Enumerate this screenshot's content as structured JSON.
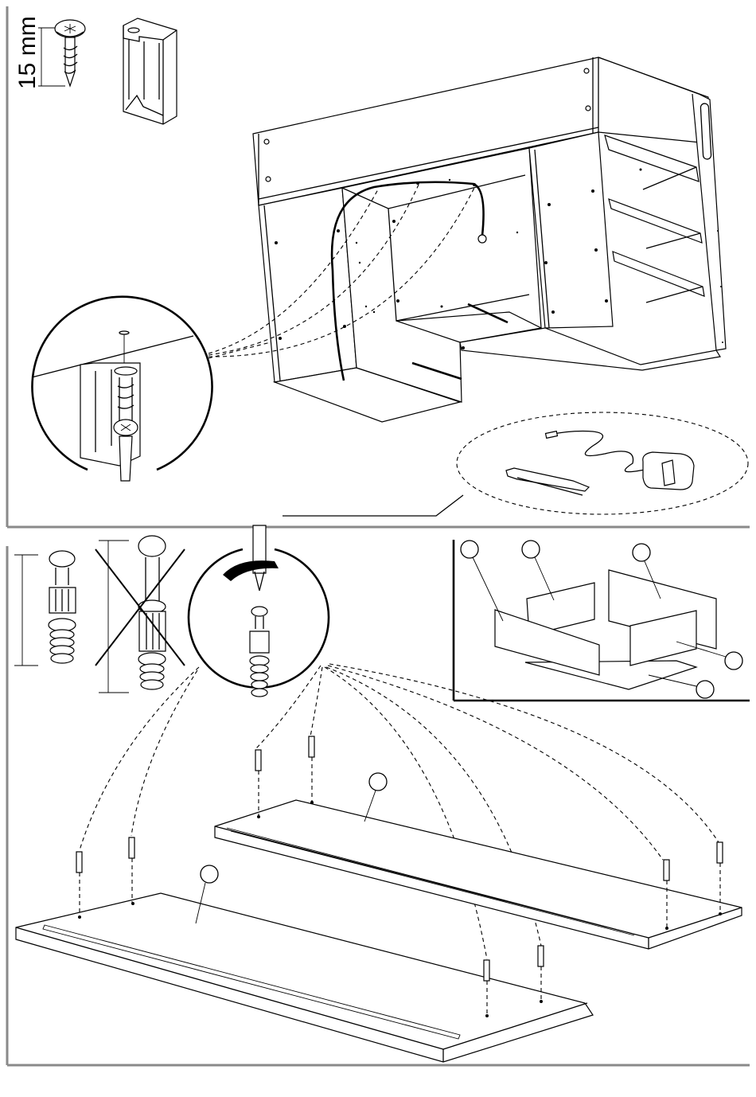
{
  "document": {
    "type": "furniture-assembly-instructions",
    "panels": [
      {
        "id": "top-step",
        "dimension_label": "15 mm",
        "items": [
          "screw",
          "bracket-clip",
          "cabinet-assembly",
          "screw-detail-magnifier",
          "power-adapter-kit"
        ]
      },
      {
        "id": "bottom-step",
        "items": [
          "cam-dowel-correct",
          "cam-dowel-wrong",
          "screwdriver-detail-magnifier",
          "drawer-assembly-inset",
          "shelf-board-front",
          "shelf-board-back"
        ]
      }
    ],
    "callout_circles": {
      "drawer_inset": [
        "",
        "",
        "",
        "",
        ""
      ],
      "boards": [
        "",
        ""
      ]
    },
    "colors": {
      "line": "#000000",
      "frame": "#8a8a8a",
      "background": "#ffffff"
    }
  }
}
